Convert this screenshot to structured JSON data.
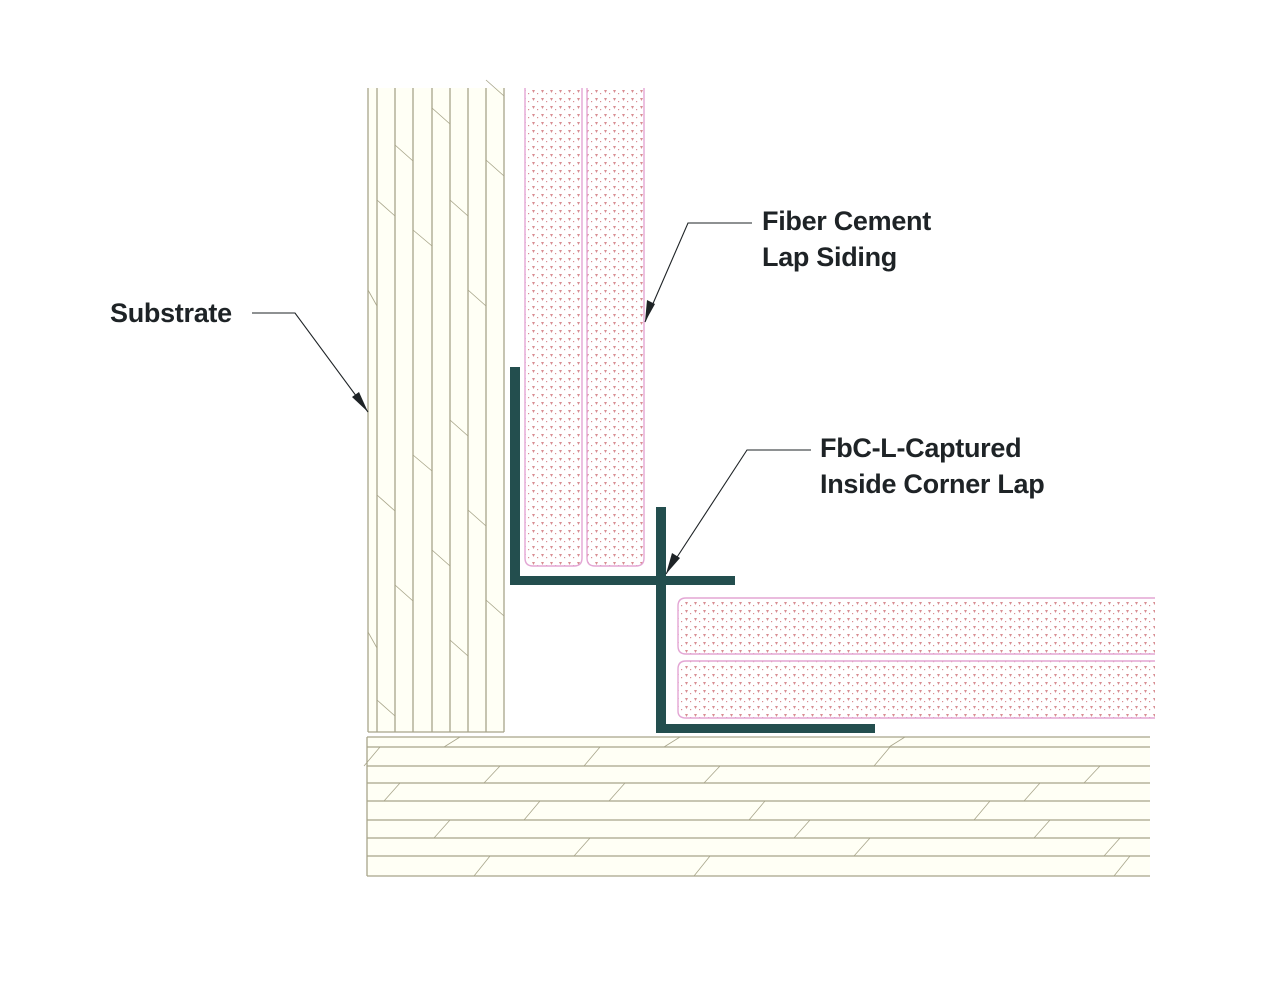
{
  "title": "Fiber cement inside corner detail",
  "labels": {
    "substrate": "Substrate",
    "siding_line1": "Fiber Cement",
    "siding_line2": "Lap Siding",
    "corner_line1": "FbC-L-Captured",
    "corner_line2": "Inside Corner Lap"
  },
  "colors": {
    "background": "#ffffff",
    "wood_fill": "#fffff5",
    "wood_line": "#a8a58a",
    "siding_fill": "#fff6f6",
    "siding_outline": "#e3a6d4",
    "siding_dots": "#d88e93",
    "trim": "#234e4e",
    "leader": "#1e2326",
    "text": "#1e2326"
  },
  "components": [
    {
      "id": "substrate-vertical",
      "material": "wood substrate",
      "orientation": "vertical"
    },
    {
      "id": "substrate-horizontal",
      "material": "wood substrate",
      "orientation": "horizontal"
    },
    {
      "id": "siding-vertical",
      "material": "fiber cement lap siding",
      "count": 2,
      "orientation": "vertical"
    },
    {
      "id": "siding-horizontal",
      "material": "fiber cement lap siding",
      "count": 2,
      "orientation": "horizontal"
    },
    {
      "id": "corner-trim",
      "material": "FbC-L-Captured inside corner lap",
      "shape": "double L"
    }
  ]
}
